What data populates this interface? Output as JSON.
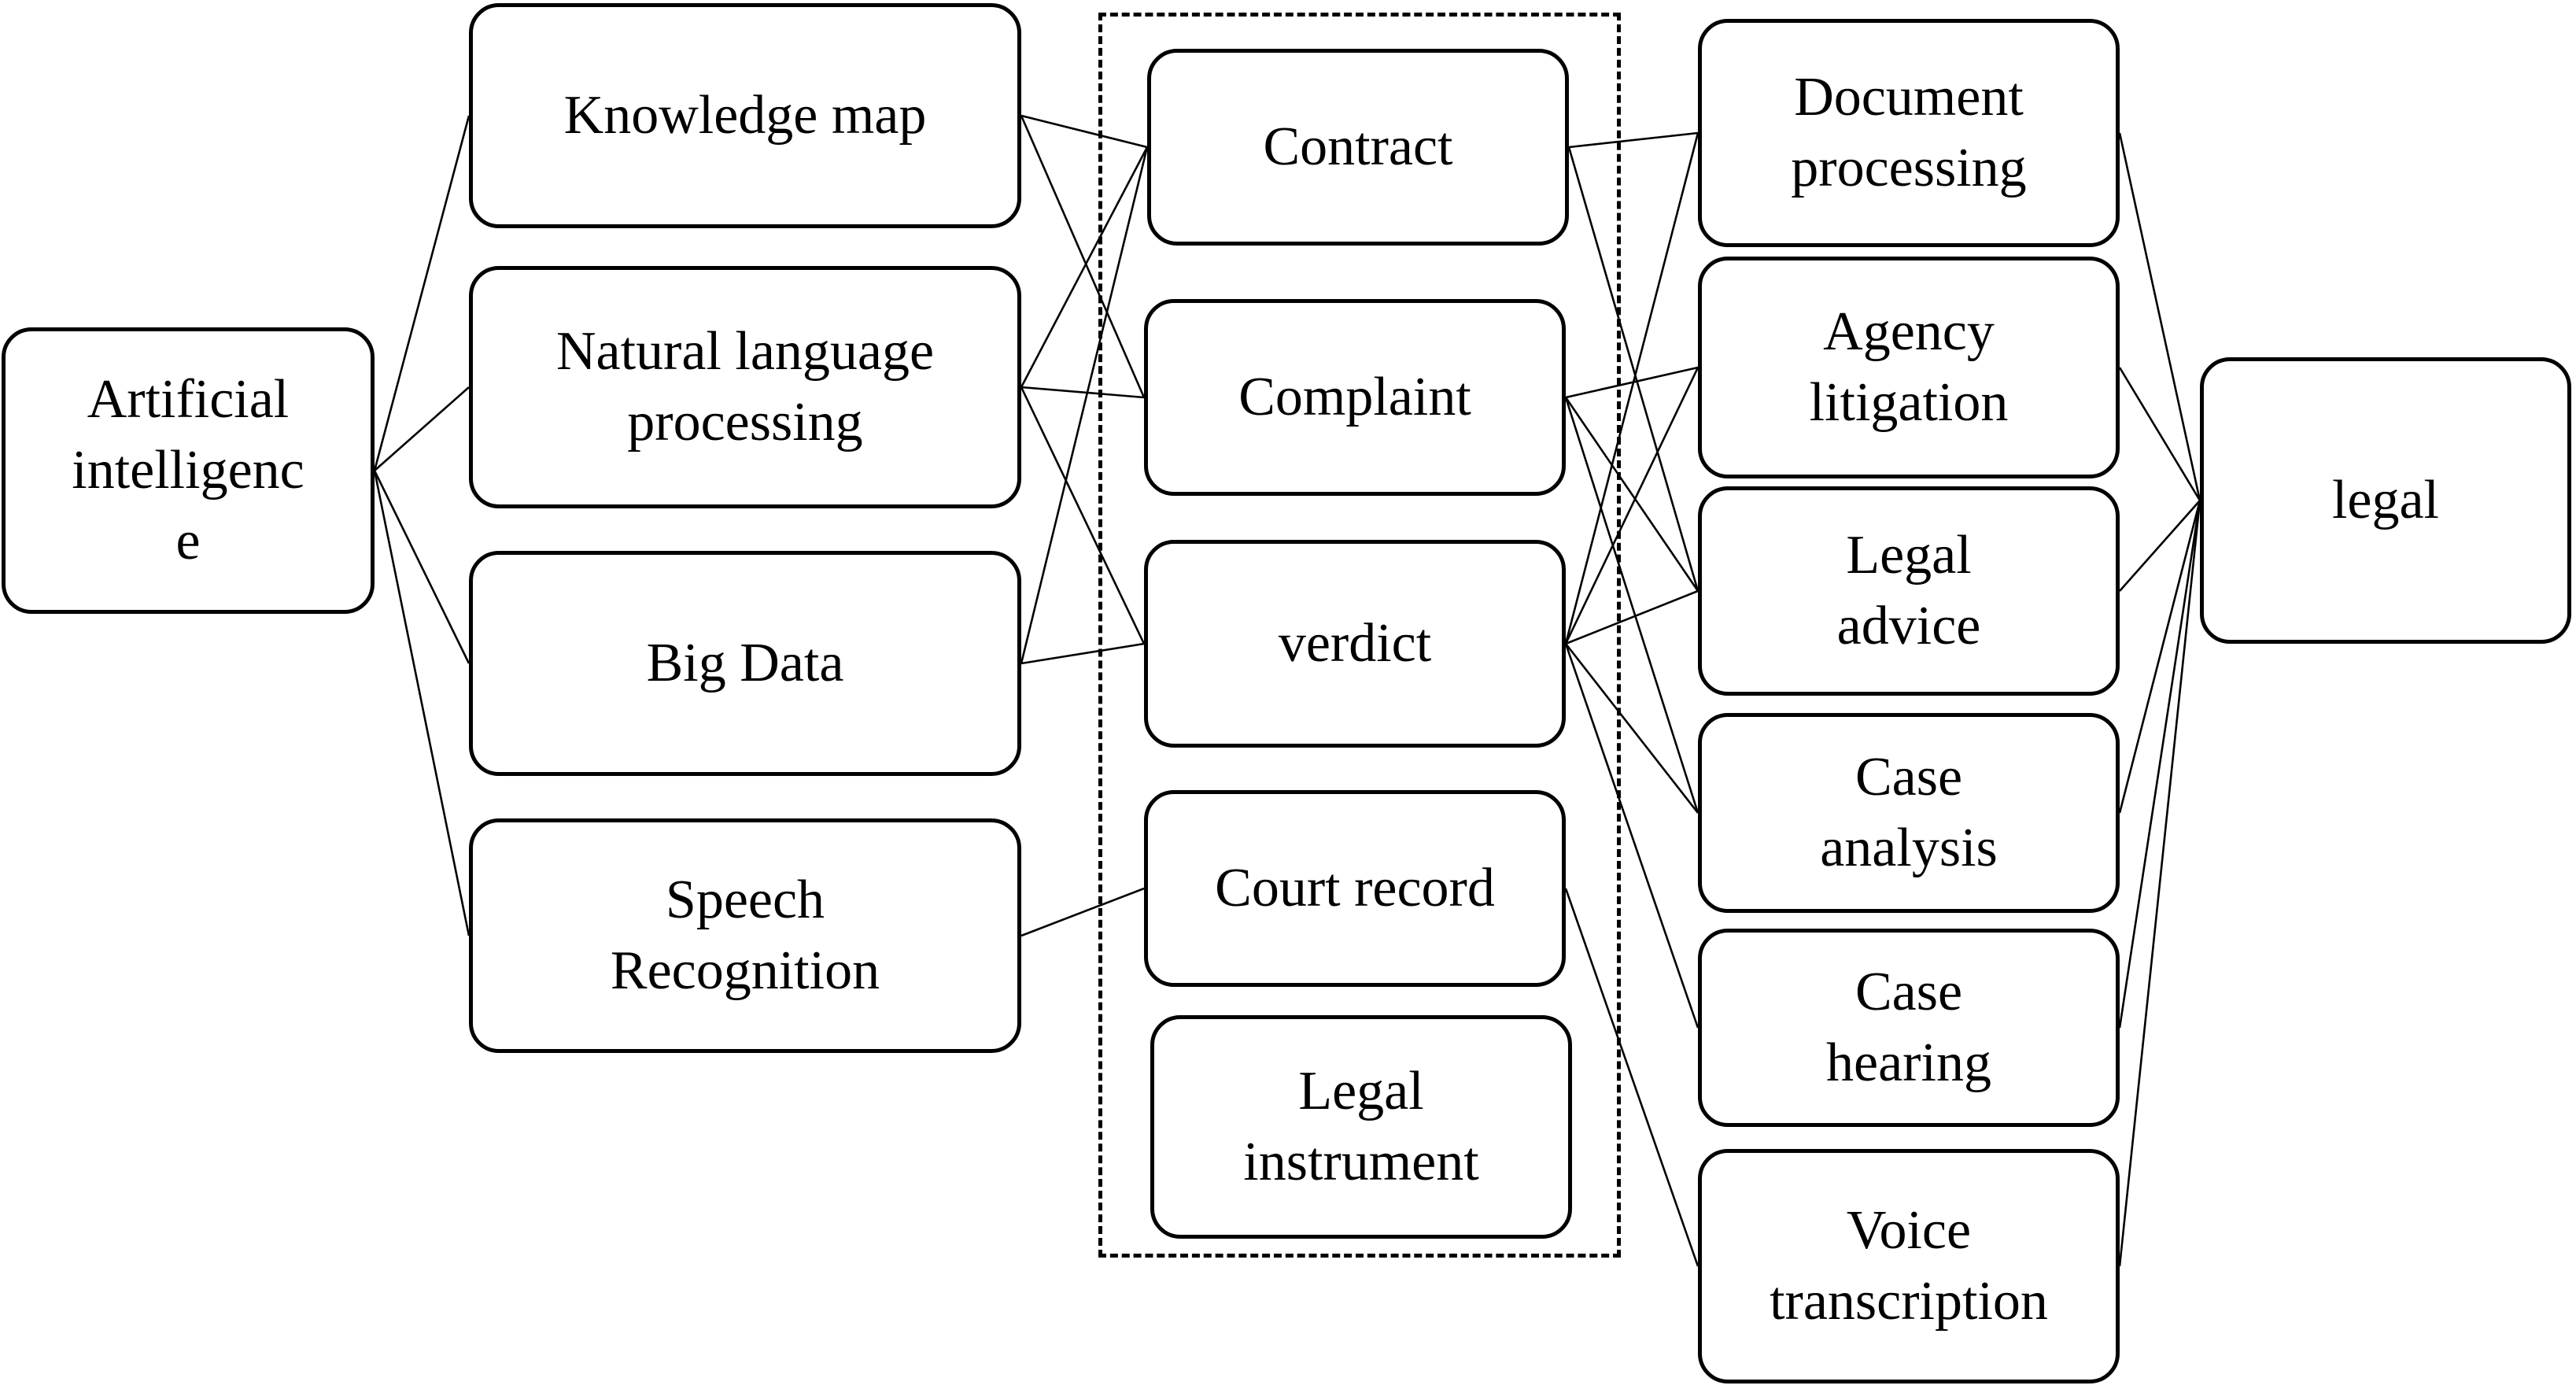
{
  "diagram": {
    "root": {
      "label": "Artificial\nintelligenc\ne"
    },
    "technologies": [
      {
        "id": "knowledge_map",
        "label": "Knowledge map"
      },
      {
        "id": "nlp",
        "label": "Natural language\nprocessing"
      },
      {
        "id": "big_data",
        "label": "Big Data"
      },
      {
        "id": "speech_recognition",
        "label": "Speech\nRecognition"
      }
    ],
    "documents": [
      {
        "id": "contract",
        "label": "Contract"
      },
      {
        "id": "complaint",
        "label": "Complaint"
      },
      {
        "id": "verdict",
        "label": "verdict"
      },
      {
        "id": "court_record",
        "label": "Court record"
      },
      {
        "id": "legal_instrument",
        "label": "Legal\ninstrument"
      }
    ],
    "applications": [
      {
        "id": "document_processing",
        "label": "Document\nprocessing"
      },
      {
        "id": "agency_litigation",
        "label": "Agency\nlitigation"
      },
      {
        "id": "legal_advice",
        "label": "Legal\nadvice"
      },
      {
        "id": "case_analysis",
        "label": "Case\nanalysis"
      },
      {
        "id": "case_hearing",
        "label": "Case\nhearing"
      },
      {
        "id": "voice_transcription",
        "label": "Voice\ntranscription"
      }
    ],
    "target": {
      "label": "legal"
    },
    "connections": [
      [
        "root",
        "knowledge_map"
      ],
      [
        "root",
        "nlp"
      ],
      [
        "root",
        "big_data"
      ],
      [
        "root",
        "speech_recognition"
      ],
      [
        "knowledge_map",
        "contract"
      ],
      [
        "knowledge_map",
        "complaint"
      ],
      [
        "nlp",
        "contract"
      ],
      [
        "nlp",
        "complaint"
      ],
      [
        "nlp",
        "verdict"
      ],
      [
        "big_data",
        "contract"
      ],
      [
        "big_data",
        "verdict"
      ],
      [
        "speech_recognition",
        "court_record"
      ],
      [
        "contract",
        "document_processing"
      ],
      [
        "contract",
        "legal_advice"
      ],
      [
        "complaint",
        "agency_litigation"
      ],
      [
        "complaint",
        "legal_advice"
      ],
      [
        "complaint",
        "case_analysis"
      ],
      [
        "verdict",
        "document_processing"
      ],
      [
        "verdict",
        "agency_litigation"
      ],
      [
        "verdict",
        "legal_advice"
      ],
      [
        "verdict",
        "case_analysis"
      ],
      [
        "verdict",
        "case_hearing"
      ],
      [
        "court_record",
        "voice_transcription"
      ],
      [
        "document_processing",
        "target"
      ],
      [
        "agency_litigation",
        "target"
      ],
      [
        "legal_advice",
        "target"
      ],
      [
        "case_analysis",
        "target"
      ],
      [
        "case_hearing",
        "target"
      ],
      [
        "voice_transcription",
        "target"
      ]
    ]
  }
}
